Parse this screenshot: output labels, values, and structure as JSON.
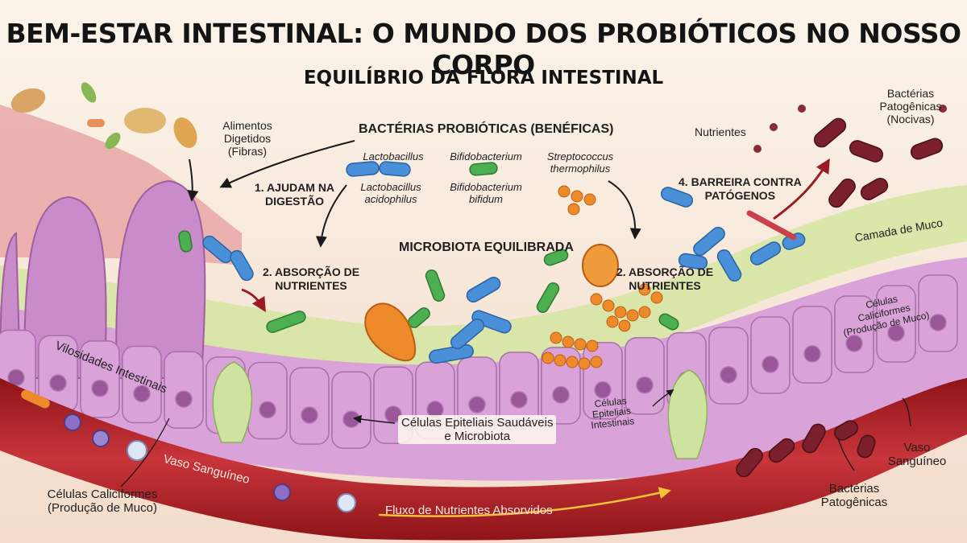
{
  "title": "BEM-ESTAR INTESTINAL: O MUNDO DOS PROBIÓTICOS NO NOSSO CORPO",
  "subtitle": "EQUILÍBRIO DA FLORA INTESTINAL",
  "labels": {
    "alimentos_l1": "Alimentos",
    "alimentos_l2": "Digetidos",
    "alimentos_l3": "(Fibras)",
    "probioticas": "BACTÉRIAS PROBIÓTICAS (BENÉFICAS)",
    "lactobacillus": "Lactobacillus",
    "lacto_acid_l1": "Lactobacillus",
    "lacto_acid_l2": "acidophilus",
    "bifido": "Bifidobacterium",
    "bifido_bifidum_l1": "Bifidobacterium",
    "bifido_bifidum_l2": "bifidum",
    "strepto_l1": "Streptococcus",
    "strepto_l2": "thermophilus",
    "nutrientes": "Nutrientes",
    "patogenicas_top_l1": "Bactérias",
    "patogenicas_top_l2": "Patogênicas",
    "patogenicas_top_l3": "(Nocivas)",
    "step1_l1": "1. AJUDAM NA",
    "step1_l2": "DIGESTÃO",
    "step2a_l1": "2. ABSORÇÃO DE",
    "step2a_l2": "NUTRIENTES",
    "step2b_l1": "2. ABSORÇÃO DE",
    "step2b_l2": "NUTRIENTES",
    "step4_l1": "4. BARREIRA CONTRA",
    "step4_l2": "PATÓGENOS",
    "microbiota": "MICROBIOTA EQUILIBRADA",
    "camada_muco": "Camada de Muco",
    "vilosidades": "Vilosidades Intestinais",
    "caliciformes_right_l1": "Células",
    "caliciformes_right_l2": "Caliciformes",
    "caliciformes_right_l3": "(Produção de Muco)",
    "epiteliais_l1": "Células Epiteliais Saudáveis",
    "epiteliais_l2": "e Microbiota",
    "epit_int_l1": "Células",
    "epit_int_l2": "Epiteliais",
    "epit_int_l3": "Intestinais",
    "vaso_left": "Vaso Sanguíneo",
    "fluxo": "Fluxo de Nutrientes Absorvidos",
    "vaso_right_l1": "Vaso",
    "vaso_right_l2": "Sanguíneo",
    "patog_bottom_l1": "Bactérias",
    "patog_bottom_l2": "Patogênicas",
    "caliciformes_left_l1": "Células Caliciformes",
    "caliciformes_left_l2": "(Produção de Muco)"
  },
  "colors": {
    "background": "#f8efe2",
    "villi": "#c98bc9",
    "cells": "#d9a2d8",
    "nucleus": "#8f4a8f",
    "mucus": "#d7e6a4",
    "vessel": "#b5242a",
    "lactobacillus": "#4a90d9",
    "bifidobacterium": "#4caf50",
    "streptococcus": "#ef8a2b",
    "pathogen": "#7a1f2b"
  }
}
